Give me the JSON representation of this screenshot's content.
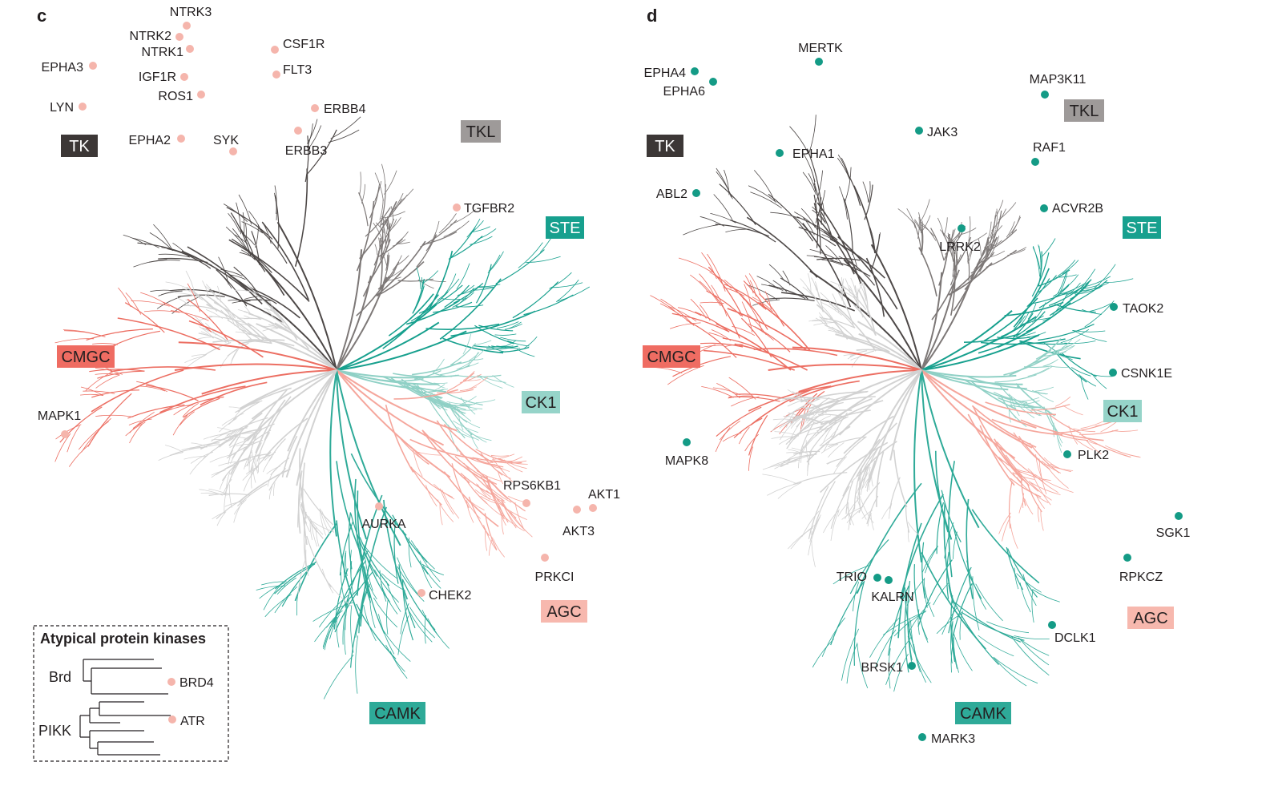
{
  "colors": {
    "TK": "#4d4847",
    "TKL": "#7d7877",
    "STE": "#17a08e",
    "CK1": "#8fd0c5",
    "CAMK": "#2eaa98",
    "AGC": "#f5a69c",
    "CMGC": "#ec6e62",
    "other": "#d2d2d2",
    "marker_c": "#f5b5ac",
    "marker_d": "#149b86",
    "label_dark_bg": "#3c3736",
    "label_tkl_bg": "#9e9a99",
    "label_ste_bg": "#17a08e",
    "label_ck1_bg": "#96d4c9",
    "label_camk_bg": "#2eaa98",
    "label_agc_bg": "#f7b8ae",
    "label_cmgc_bg": "#ef6c62"
  },
  "panels": [
    {
      "letter": "c",
      "marker_color": "#f5b5ac",
      "groups": [
        "TK",
        "TKL",
        "STE",
        "CK1",
        "CMGC",
        "AGC",
        "CAMK"
      ],
      "kinases": [
        "NTRK3",
        "NTRK2",
        "NTRK1",
        "EPHA3",
        "IGF1R",
        "ROS1",
        "LYN",
        "EPHA2",
        "SYK",
        "CSF1R",
        "FLT3",
        "ERBB4",
        "ERBB3",
        "TGFBR2",
        "MAPK1",
        "RPS6KB1",
        "AKT1",
        "AKT3",
        "AURKA",
        "PRKCI",
        "CHEK2"
      ]
    },
    {
      "letter": "d",
      "marker_color": "#149b86",
      "groups": [
        "TK",
        "TKL",
        "STE",
        "CK1",
        "CMGC",
        "AGC",
        "CAMK"
      ],
      "kinases": [
        "MERTK",
        "EPHA4",
        "EPHA6",
        "EPHA1",
        "ABL2",
        "JAK3",
        "MAP3K11",
        "RAF1",
        "ACVR2B",
        "LRRK2",
        "TAOK2",
        "CSNK1E",
        "MAPK8",
        "PLK2",
        "SGK1",
        "RPKCZ",
        "TRIO",
        "KALRN",
        "DCLK1",
        "BRSK1",
        "MARK3"
      ]
    }
  ],
  "inset": {
    "title": "Atypical protein kinases",
    "families": [
      "Brd",
      "PIKK"
    ],
    "kinases": [
      "BRD4",
      "ATR"
    ]
  }
}
